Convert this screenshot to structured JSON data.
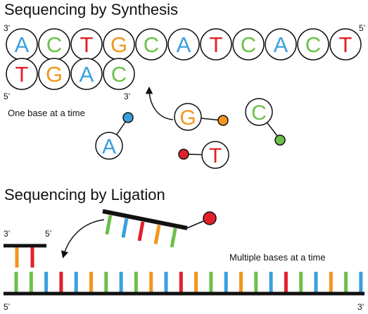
{
  "colors": {
    "A": "#3a9fde",
    "C": "#6cc04a",
    "G": "#f2961d",
    "T": "#e3202a",
    "outline": "#111111",
    "text": "#111111"
  },
  "synthesis": {
    "title": "Sequencing by Synthesis",
    "top_strand": [
      "A",
      "C",
      "T",
      "G",
      "C",
      "A",
      "T",
      "C",
      "A",
      "C",
      "T"
    ],
    "bottom_strand": [
      "T",
      "G",
      "A",
      "C"
    ],
    "label_3prime_left": "3’",
    "label_5prime_right": "5’",
    "label_5prime_left": "5’",
    "label_3prime_growth": "3’",
    "caption": "One base at a time",
    "free_nucleotides": [
      {
        "base": "A",
        "tag": "A"
      },
      {
        "base": "G",
        "tag": "G"
      },
      {
        "base": "C",
        "tag": "C"
      },
      {
        "base": "T",
        "tag": "T"
      }
    ]
  },
  "ligation": {
    "title": "Sequencing by Ligation",
    "caption": "Multiple bases at a time",
    "label_probe_3prime": "3’",
    "label_probe_5prime": "5’",
    "label_template_5prime": "5’",
    "label_template_3prime": "3’",
    "probe_bases": [
      "C",
      "A",
      "T",
      "G",
      "C"
    ],
    "ligated_bases": [
      "G",
      "T"
    ],
    "template_bases": [
      "C",
      "C",
      "A",
      "T",
      "A",
      "G",
      "C",
      "A",
      "C",
      "G",
      "A",
      "T",
      "G",
      "C",
      "A",
      "G",
      "C",
      "A",
      "T",
      "C",
      "A",
      "G",
      "C",
      "A"
    ]
  }
}
